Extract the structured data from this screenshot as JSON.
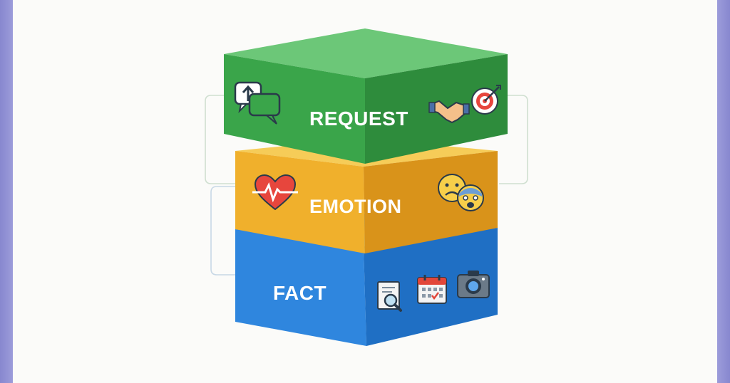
{
  "diagram": {
    "layers": [
      {
        "id": "request",
        "label": "REQUEST",
        "color_front": "#3aa54a",
        "color_top": "#6cc778",
        "color_side": "#2e8c3c",
        "icons": [
          "speech-bubbles-icon",
          "handshake-icon",
          "target-icon"
        ]
      },
      {
        "id": "emotion",
        "label": "EMOTION",
        "color_front": "#f0b02c",
        "color_top": "#f6cc58",
        "color_side": "#d9931a",
        "icons": [
          "heart-pulse-icon",
          "sad-face-icon",
          "worried-face-icon"
        ]
      },
      {
        "id": "fact",
        "label": "FACT",
        "color_front": "#2f86de",
        "color_top": "#5fa7ec",
        "color_side": "#1f6fc4",
        "icons": [
          "document-search-icon",
          "calendar-icon",
          "camera-icon"
        ]
      }
    ],
    "connector_color": "#c8dcc8"
  }
}
